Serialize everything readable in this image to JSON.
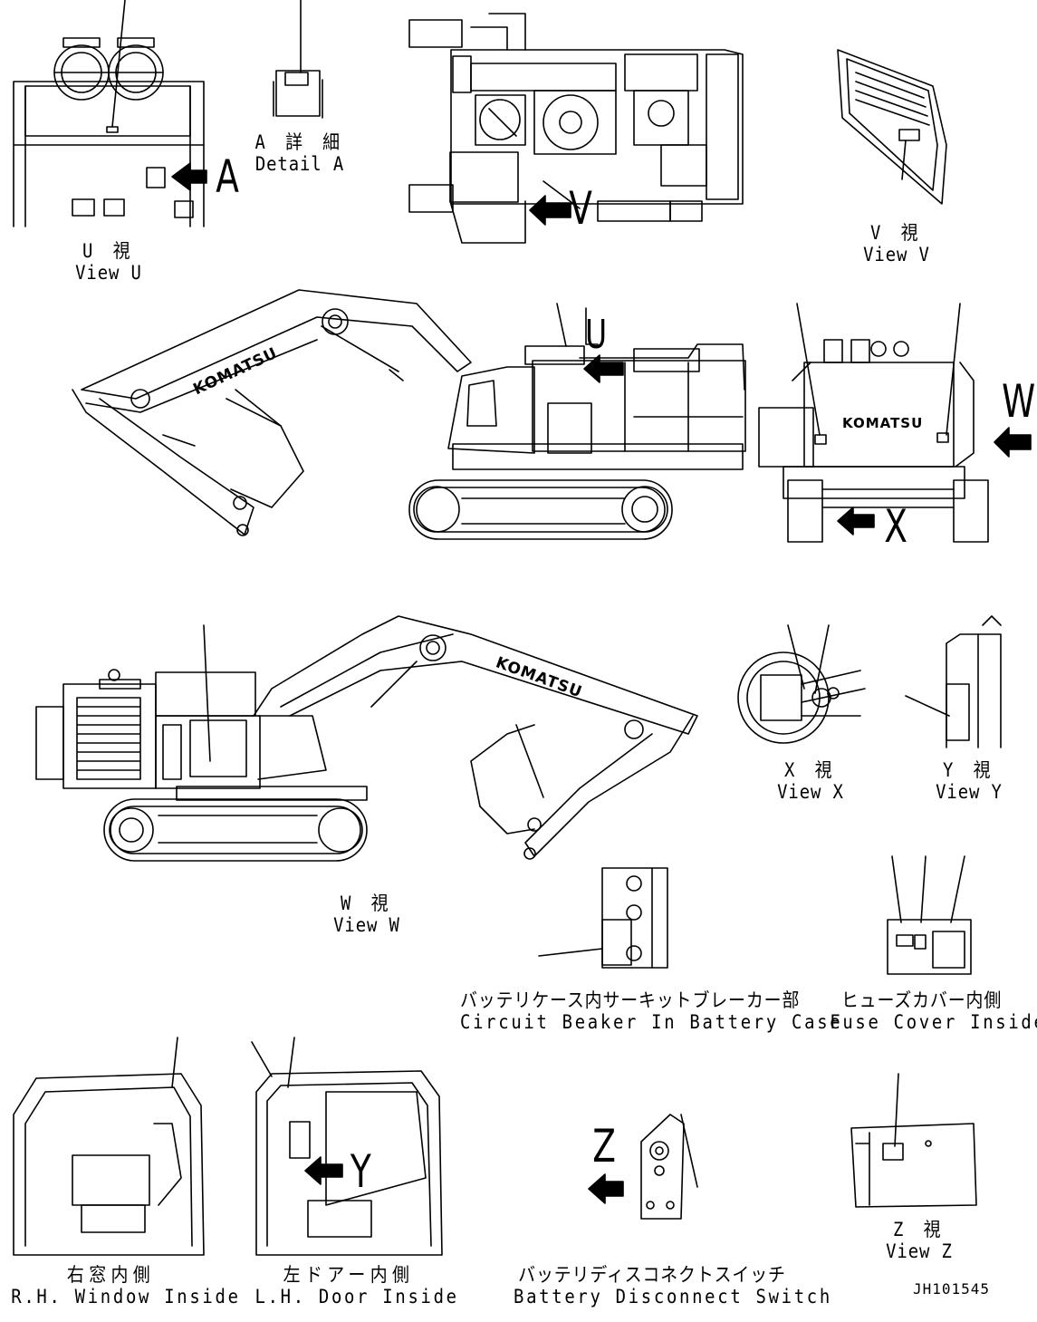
{
  "labels": {
    "view_u": {
      "jp": "U 視",
      "en": "View U"
    },
    "detail_a": {
      "jp": "A 詳 細",
      "en": "Detail A"
    },
    "view_v": {
      "jp": "V 視",
      "en": "View V"
    },
    "view_w": {
      "jp": "W 視",
      "en": "View W"
    },
    "view_x": {
      "jp": "X 視",
      "en": "View X"
    },
    "view_y": {
      "jp": "Y 視",
      "en": "View Y"
    },
    "view_z": {
      "jp": "Z 視",
      "en": "View Z"
    },
    "circuit_breaker": {
      "jp": "バッテリケース内サーキットブレーカー部",
      "en": "Circuit Beaker In Battery Case"
    },
    "fuse_cover": {
      "jp": "ヒューズカバー内側",
      "en": "Fuse Cover Inside"
    },
    "rh_window": {
      "jp": "右窓内側",
      "en": "R.H. Window Inside"
    },
    "lh_door": {
      "jp": "左ドアー内側",
      "en": "L.H. Door Inside"
    },
    "battery_switch": {
      "jp": "バッテリディスコネクトスイッチ",
      "en": "Battery Disconnect Switch"
    }
  },
  "arrow_letters": {
    "a": "A",
    "v": "V",
    "u": "U",
    "w": "W",
    "x": "X",
    "y": "Y",
    "z": "Z"
  },
  "brand": "KOMATSU",
  "drawing_code": "JH101545",
  "colors": {
    "line": "#000000",
    "background": "#ffffff"
  }
}
